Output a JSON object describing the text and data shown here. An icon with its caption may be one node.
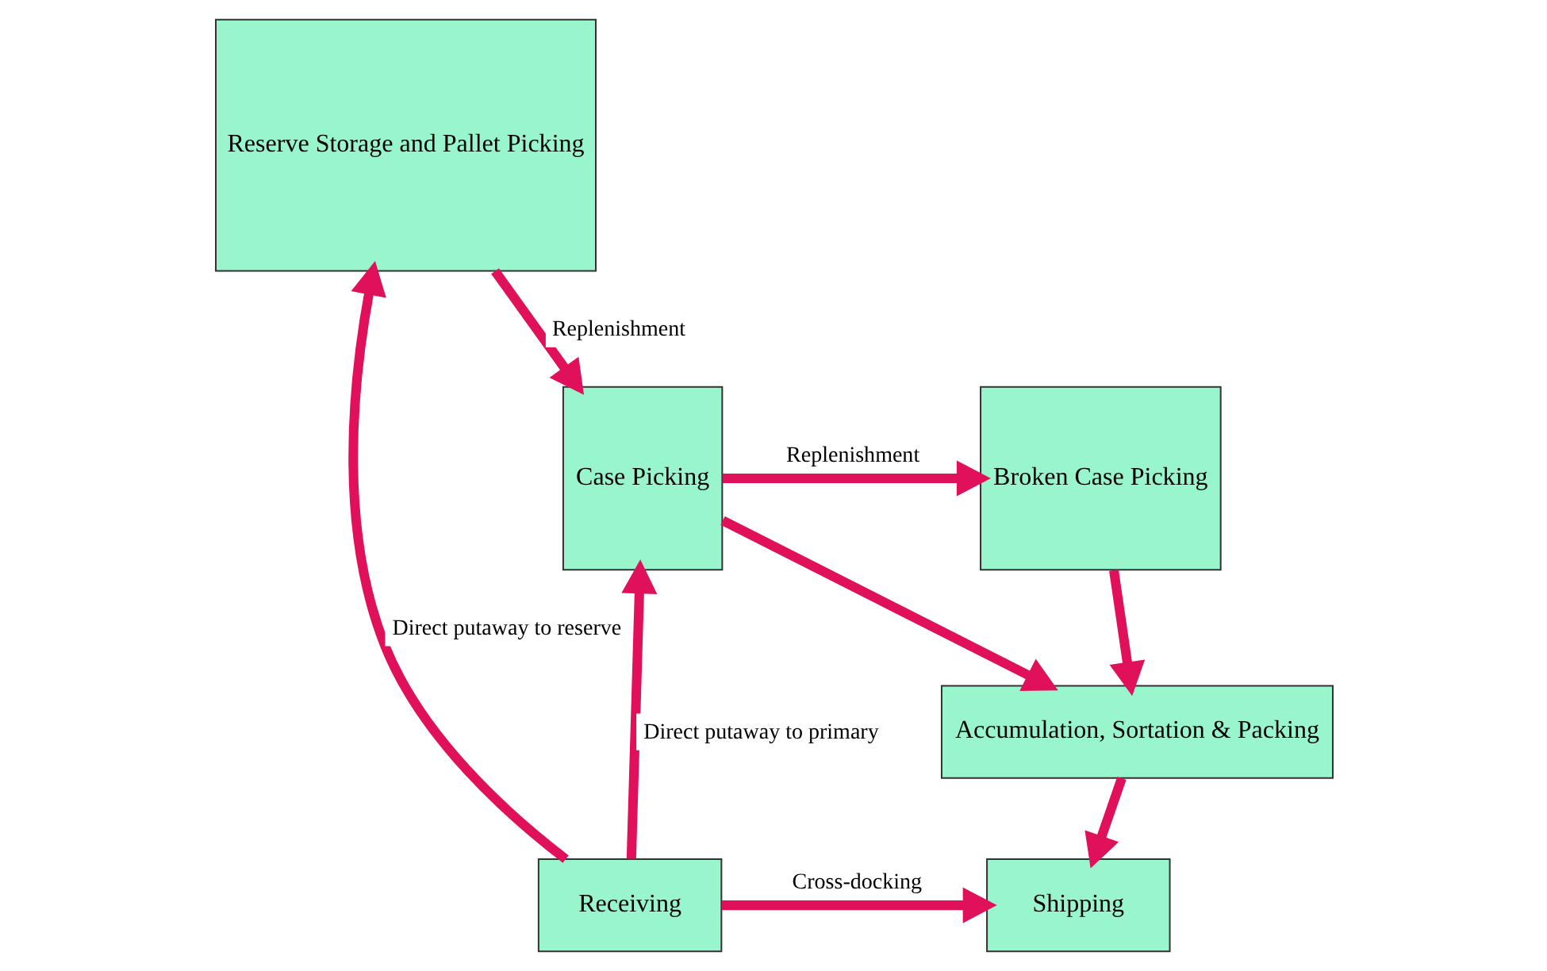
{
  "diagram": {
    "nodes": [
      {
        "text": [
          "Reserve Storage and Pallet Picking"
        ]
      },
      {
        "text": [
          "Case Picking"
        ]
      },
      {
        "text": [
          "Broken Case Picking"
        ]
      },
      {
        "text": [
          "Accumulation, Sortation & Packing"
        ]
      },
      {
        "text": [
          "Receiving"
        ]
      },
      {
        "text": [
          "Shipping"
        ]
      }
    ],
    "edges": [
      {
        "from": 0,
        "to": 1,
        "arrow": "to",
        "label": "Replenishment"
      },
      {
        "from": 1,
        "to": 2,
        "arrow": "to",
        "label": "Replenishment"
      },
      {
        "from": 1,
        "to": 3,
        "arrow": "to"
      },
      {
        "from": 2,
        "to": 3,
        "arrow": "to"
      },
      {
        "from": 3,
        "to": 5,
        "arrow": "to"
      },
      {
        "from": 4,
        "to": 0,
        "arrow": "to",
        "label": "Direct putaway to reserve"
      },
      {
        "from": 4,
        "to": 1,
        "arrow": "to",
        "label": "Direct putaway to primary"
      },
      {
        "from": 4,
        "to": 5,
        "arrow": "to",
        "label": "Cross-docking"
      }
    ]
  }
}
